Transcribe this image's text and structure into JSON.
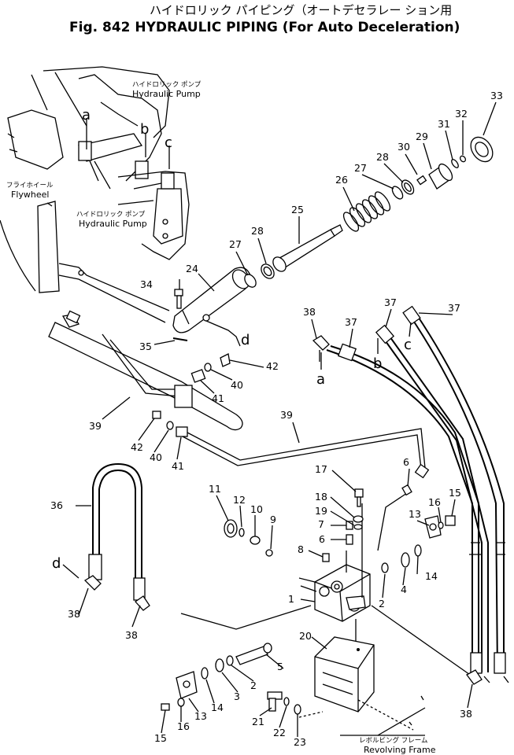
{
  "title": {
    "jp": "ハイドロリック パイピング（オートデセラレー ション用",
    "en": "Fig. 842 HYDRAULIC PIPING (For Auto Deceleration)"
  },
  "labels": {
    "hydraulic_pump_top_jp": "ハイドロリック ポンプ",
    "hydraulic_pump_top_en": "Hydraulic Pump",
    "hydraulic_pump_mid_jp": "ハイドロリック ポンプ",
    "hydraulic_pump_mid_en": "Hydraulic Pump",
    "flywheel_jp": "フライホイール",
    "flywheel_en": "Flywheel",
    "revolving_frame_jp": "レボルビング フレーム",
    "revolving_frame_en": "Revolving Frame"
  },
  "connection_letters": [
    "a",
    "b",
    "c",
    "d"
  ],
  "part_numbers": [
    "1",
    "2",
    "3",
    "4",
    "5",
    "6",
    "7",
    "8",
    "9",
    "10",
    "11",
    "12",
    "13",
    "14",
    "15",
    "16",
    "17",
    "18",
    "19",
    "20",
    "21",
    "22",
    "23",
    "24",
    "25",
    "26",
    "27",
    "28",
    "29",
    "30",
    "31",
    "32",
    "33",
    "34",
    "35",
    "36",
    "37",
    "38",
    "39",
    "40",
    "41",
    "42"
  ]
}
